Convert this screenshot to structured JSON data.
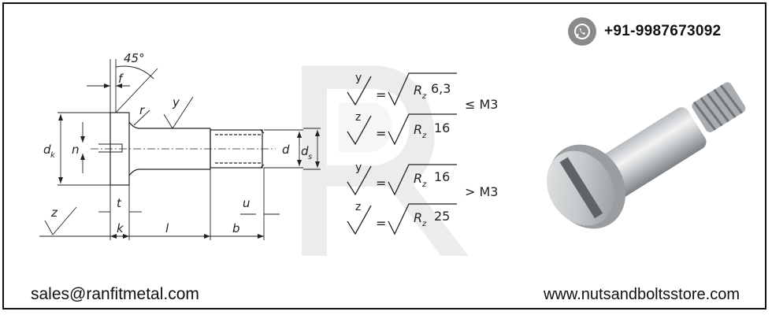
{
  "contact": {
    "phone": "+91-9987673092",
    "email": "sales@ranfitmetal.com",
    "website": "www.nutsandboltsstore.com"
  },
  "icons": {
    "phone_icon": "whatsapp-icon"
  },
  "drawing_labels": {
    "angle": "45°",
    "f": "f",
    "r": "r",
    "y": "y",
    "z": "z",
    "dk": "d",
    "dk_sub": "k",
    "n": "n",
    "d": "d",
    "ds": "d",
    "ds_sub": "s",
    "t": "t",
    "k": "k",
    "l": "l",
    "b": "b",
    "u": "u"
  },
  "roughness_table": {
    "rows": [
      {
        "symbol": "y",
        "param": "R",
        "sub": "z",
        "value": "6,3"
      },
      {
        "symbol": "z",
        "param": "R",
        "sub": "z",
        "value": "16"
      },
      {
        "symbol": "y",
        "param": "R",
        "sub": "z",
        "value": "16"
      },
      {
        "symbol": "z",
        "param": "R",
        "sub": "z",
        "value": "25"
      }
    ],
    "condition_1": "≤ M3",
    "condition_2": "> M3",
    "equals": "="
  },
  "colors": {
    "icon_bg": "#8a8a8a",
    "text": "#111111",
    "watermark": "#ececec"
  }
}
